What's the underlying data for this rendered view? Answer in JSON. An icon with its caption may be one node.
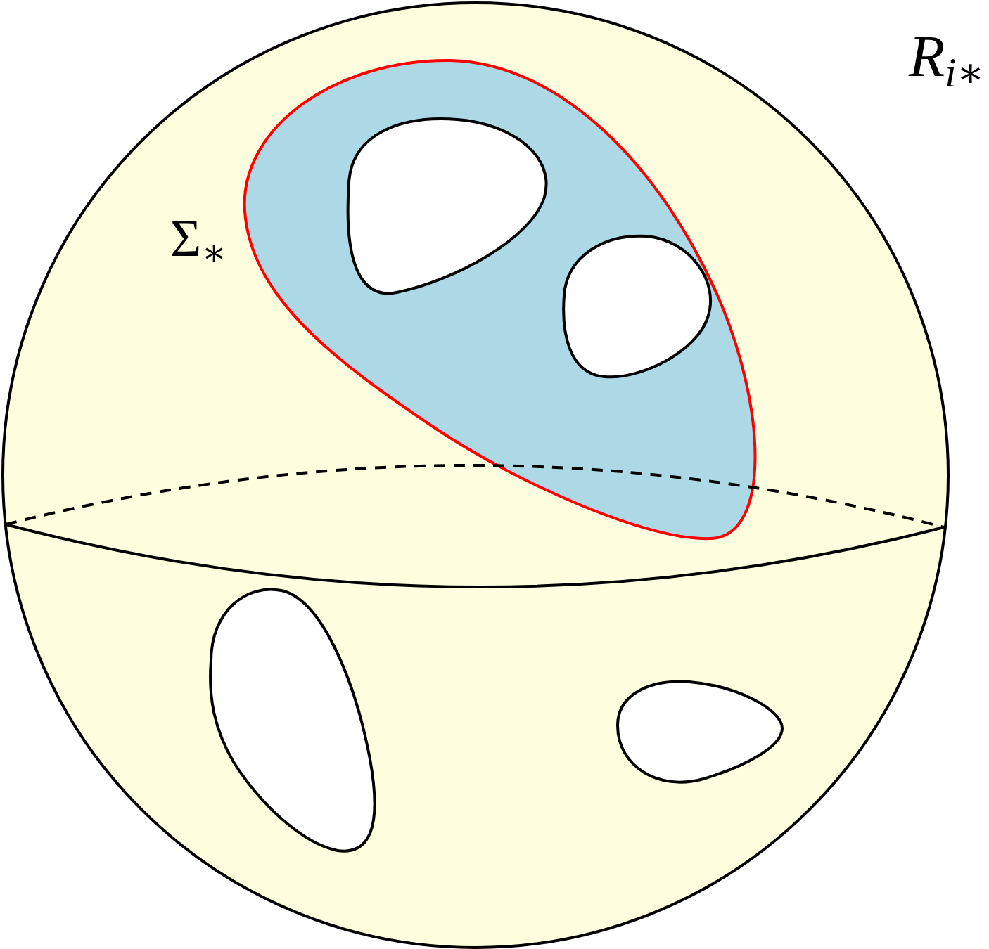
{
  "diagram": {
    "nodes": [
      {
        "text": [
          "R$_{i∗}$"
        ]
      },
      {
        "text": [
          "Σ$_{∗}$"
        ],
        "in": 0
      }
    ]
  }
}
